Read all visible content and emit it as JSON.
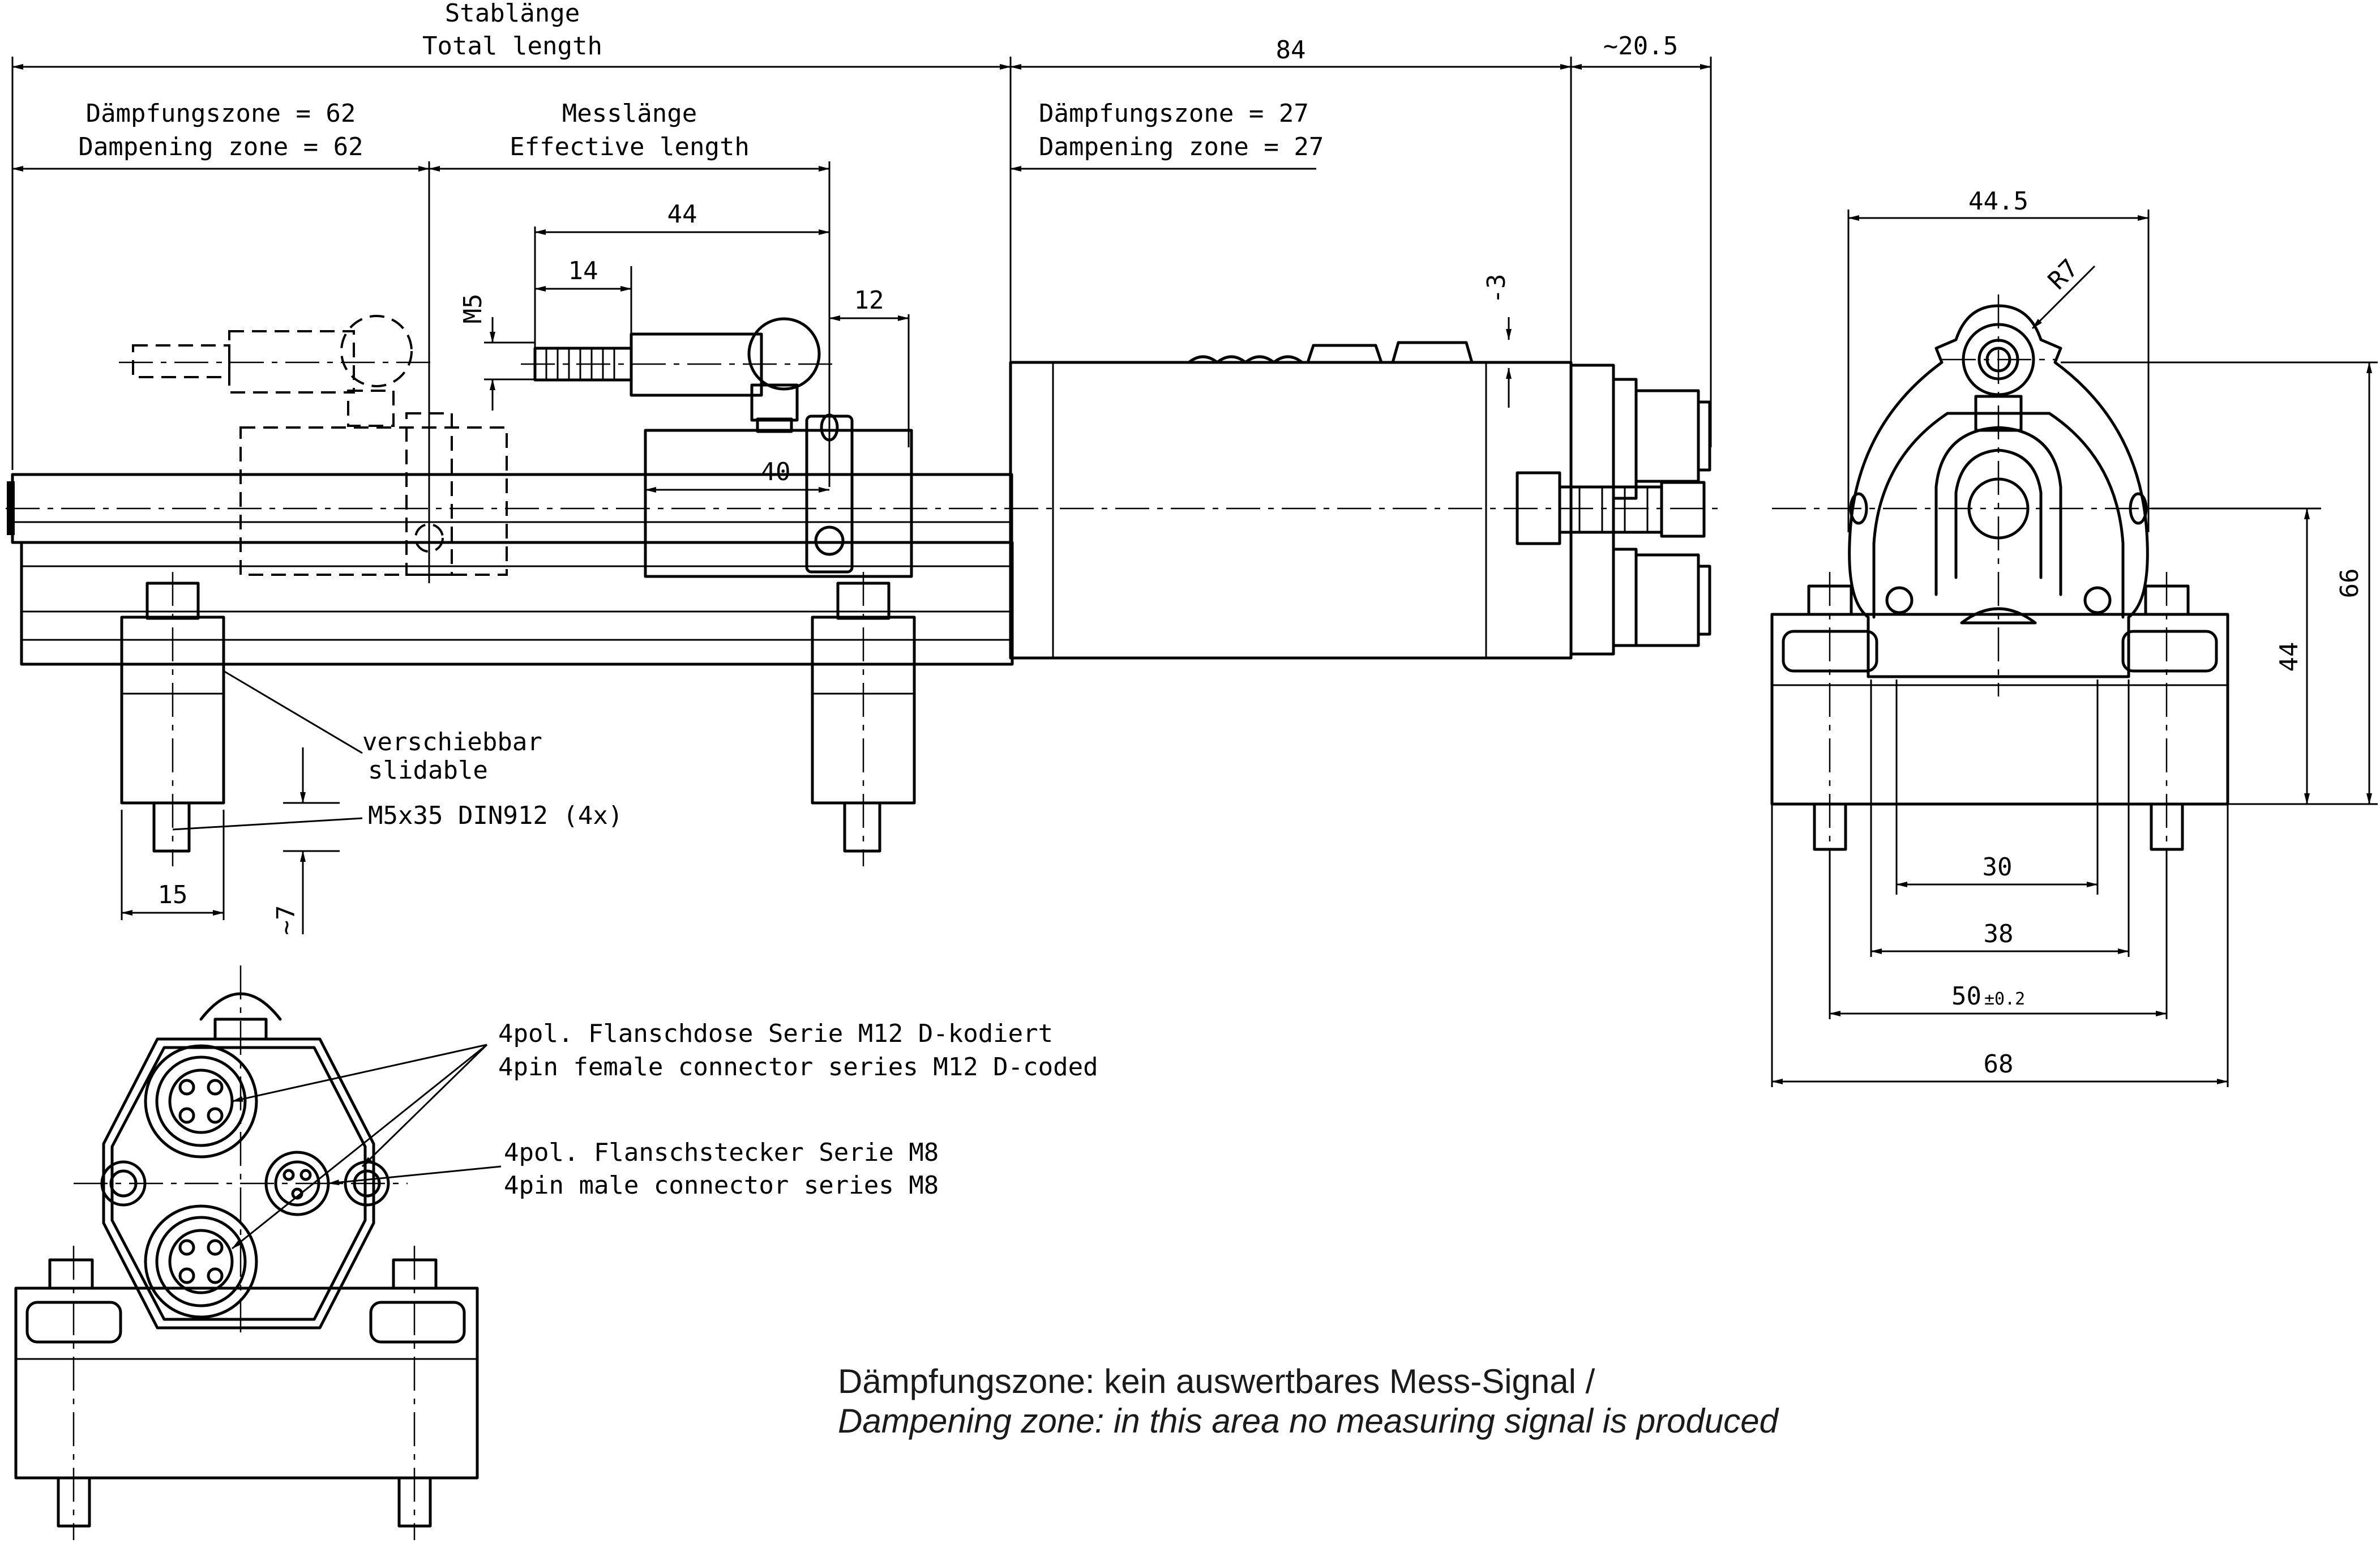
{
  "labels": {
    "stablaenge": "Stablänge",
    "total_length": "Total length",
    "dim_84": "84",
    "dim_20_5": "~20.5",
    "daempfung_62_de": "Dämpfungszone = 62",
    "daempfung_62_en": "Dampening zone = 62",
    "messlaenge_de": "Messlänge",
    "messlaenge_en": "Effective length",
    "daempfung_27_de": "Dämpfungszone = 27",
    "daempfung_27_en": "Dampening zone = 27",
    "dim_44_top": "44",
    "dim_m5": "M5",
    "dim_14": "14",
    "dim_12": "12",
    "dim_minus3": "-3",
    "dim_40": "40",
    "verschiebbar": "verschiebbar",
    "slidable": "slidable",
    "screw": "M5x35 DIN912 (4x)",
    "dim_15": "15",
    "dim_minus7": "~7",
    "dim_44_5": "44.5",
    "dim_r7": "R7",
    "dim_66": "66",
    "dim_44_right": "44",
    "dim_30": "30",
    "dim_38": "38",
    "dim_50": "50",
    "dim_50_tol": "±0.2",
    "dim_68": "68",
    "conn_female_de": "4pol. Flanschdose Serie M12 D-kodiert",
    "conn_female_en": "4pin female connector series M12 D-coded",
    "conn_male_de": "4pol. Flanschstecker Serie M8",
    "conn_male_en": "4pin male connector series M8"
  },
  "note": {
    "line1": "Dämpfungszone: kein auswertbares Mess-Signal /",
    "line2": "Dampening zone: in this area no measuring signal is produced"
  }
}
